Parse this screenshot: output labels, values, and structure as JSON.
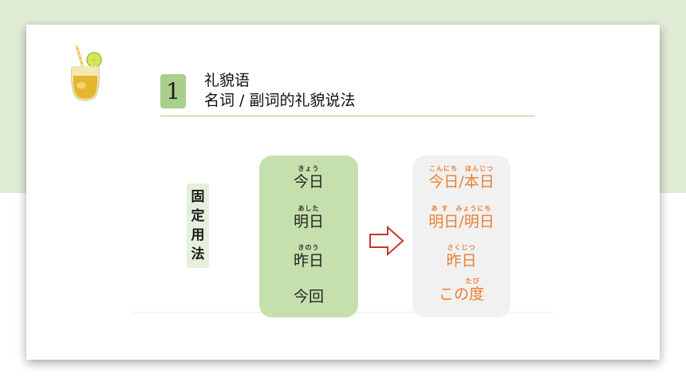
{
  "header": {
    "number": "1",
    "title_line1": "礼貌语",
    "title_line2": "名词 / 副词的礼貌说法"
  },
  "label": {
    "chars": [
      "固",
      "定",
      "用",
      "法"
    ]
  },
  "left_words": [
    {
      "ruby": "きょう",
      "word": "今日"
    },
    {
      "ruby": "あした",
      "word": "明日"
    },
    {
      "ruby": "きのう",
      "word": "昨日"
    },
    {
      "ruby": "",
      "word": "今回"
    }
  ],
  "right_words": [
    {
      "ruby": "こんにち　ほんじつ",
      "word": "今日/本日"
    },
    {
      "ruby": "あ す　みょうにち",
      "word": "明日/明日"
    },
    {
      "ruby": "さくじつ",
      "word": "昨日"
    },
    {
      "ruby": "たび",
      "word": "この度"
    }
  ],
  "colors": {
    "background_band": "#e0ecd6",
    "accent_green": "#a9cf8a",
    "left_box": "#c5e0ac",
    "right_box": "#f1f1f1",
    "polite_text": "#ec7d31",
    "arrow": "#c0392b"
  },
  "icons": {
    "decoration": "lemon-drink-icon",
    "transition": "right-arrow-icon"
  }
}
